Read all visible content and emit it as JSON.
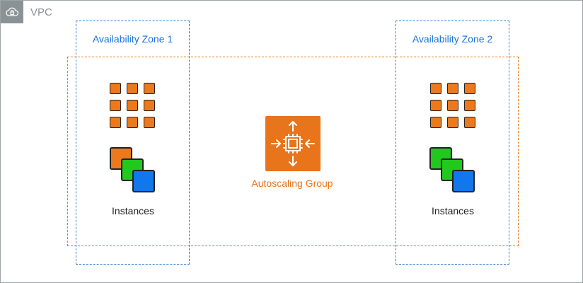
{
  "vpc": {
    "label": "VPC",
    "icon": "vpc-cloud-lock-icon"
  },
  "zones": [
    {
      "title": "Availability Zone 1"
    },
    {
      "title": "Availability Zone 2"
    }
  ],
  "autoscaling_group": {
    "label": "Autoscaling Group",
    "icon": "autoscaling-icon",
    "color": "#e8741c"
  },
  "instances": [
    {
      "label": "Instances"
    },
    {
      "label": "Instances"
    }
  ],
  "colors": {
    "zone_border": "#2f7fd1",
    "asg_border": "#ec7a1c",
    "grid_fill": "#ec7a1c",
    "instance_orange": "#ec7a1c",
    "instance_green": "#22c81e",
    "instance_blue": "#1177ee"
  }
}
